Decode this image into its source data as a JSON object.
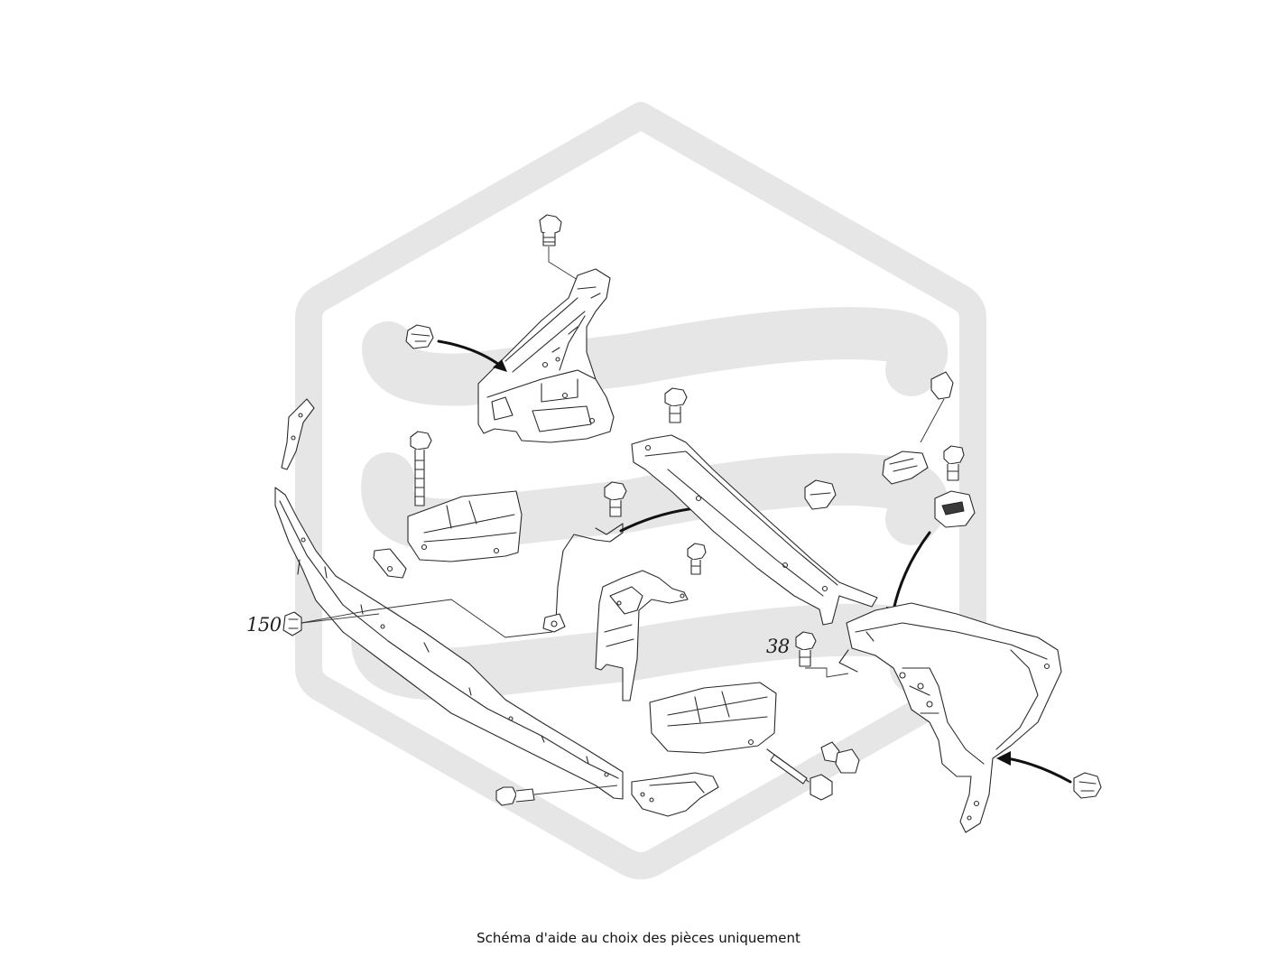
{
  "diagram": {
    "callouts": [
      {
        "id": "150",
        "label": "150"
      },
      {
        "id": "38",
        "label": "38"
      }
    ],
    "watermark_icon": "hexagon-s-logo-icon",
    "line_color": "#2a2a2a",
    "watermark_color": "#e6e6e6"
  },
  "footer": {
    "caption": "Schéma d'aide au choix des pièces uniquement"
  }
}
